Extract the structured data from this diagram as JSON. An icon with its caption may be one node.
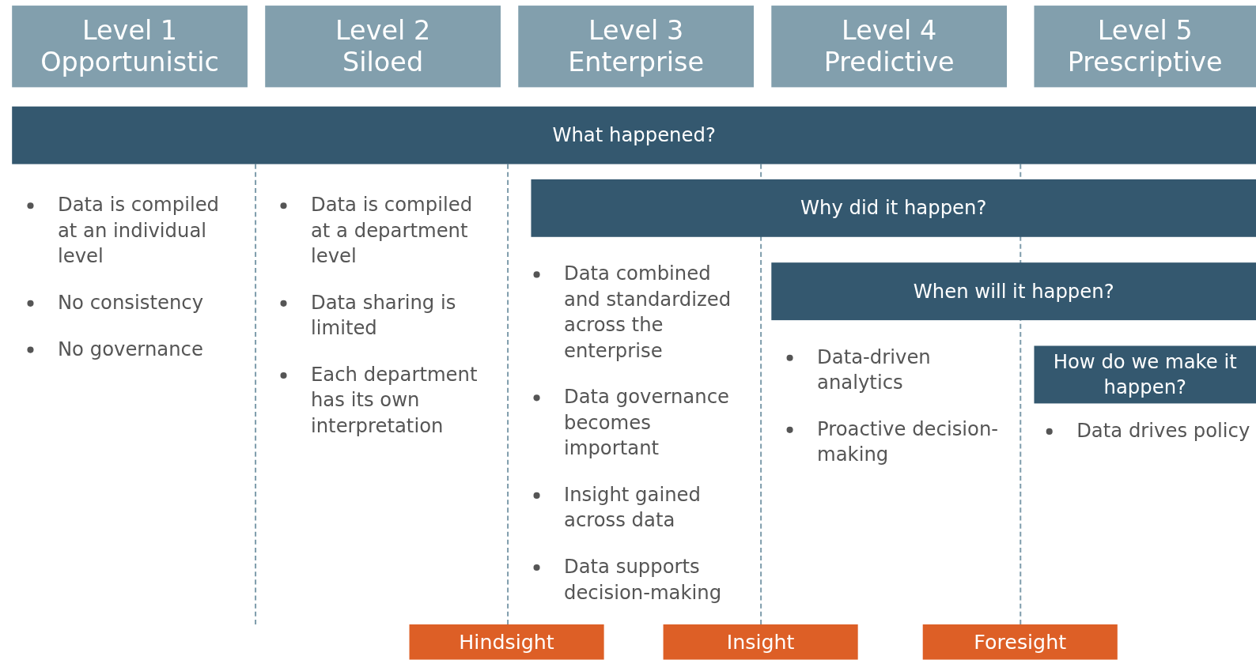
{
  "diagram": {
    "nodes": [
      {
        "text": [
          "Level 1",
          "Opportunistic"
        ]
      },
      {
        "text": [
          "Level 2",
          "Siloed"
        ]
      },
      {
        "text": [
          "Level 3",
          "Enterprise"
        ]
      },
      {
        "text": [
          "Level 4",
          "Predictive"
        ]
      },
      {
        "text": [
          "Level 5",
          "Prescriptive"
        ]
      },
      {
        "text": [
          "What happened?"
        ]
      },
      {
        "text": [
          "Why did it happen?"
        ]
      },
      {
        "text": [
          "When will it happen?"
        ]
      },
      {
        "text": [
          "How do we make it happen?"
        ]
      },
      {
        "text": [
          "Hindsight"
        ]
      },
      {
        "text": [
          "Insight"
        ]
      },
      {
        "text": [
          "Foresight"
        ]
      }
    ],
    "edges": [],
    "labels": [
      "Data is compiled at an individual level",
      "No consistency",
      "No governance",
      "Data is compiled at a department level",
      "Data sharing is limited",
      "Each department has its own interpretation",
      "Data combined and standardized across the enterprise",
      "Data governance becomes important",
      "Insight gained across data",
      "Data supports decision-making",
      "Data-driven analytics",
      "Proactive decision-making",
      "Data drives policy"
    ]
  }
}
